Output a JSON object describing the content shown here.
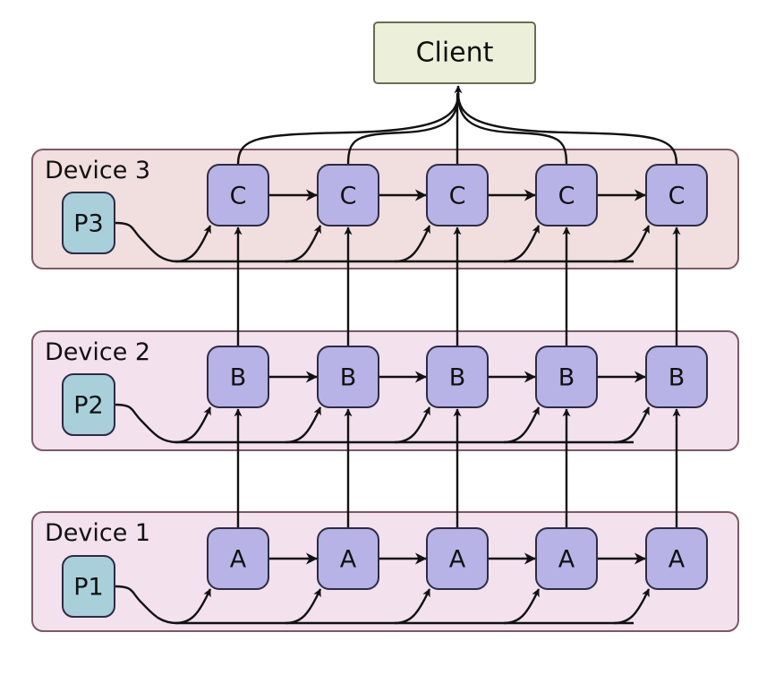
{
  "client": {
    "label": "Client"
  },
  "devices": [
    {
      "title": "Device 3",
      "param": "P3",
      "node": "C"
    },
    {
      "title": "Device 2",
      "param": "P2",
      "node": "B"
    },
    {
      "title": "Device 1",
      "param": "P1",
      "node": "A"
    }
  ],
  "colors": {
    "device_fill_top": "#f1dede",
    "device_fill": "#f3e1ee",
    "device_stroke": "#7a5a66",
    "node_fill": "#b7b3e6",
    "node_stroke": "#2c2c44",
    "param_fill": "#a9cfdb",
    "client_fill": "#ecefd9",
    "client_stroke": "#6b6b55",
    "line": "#111111"
  }
}
